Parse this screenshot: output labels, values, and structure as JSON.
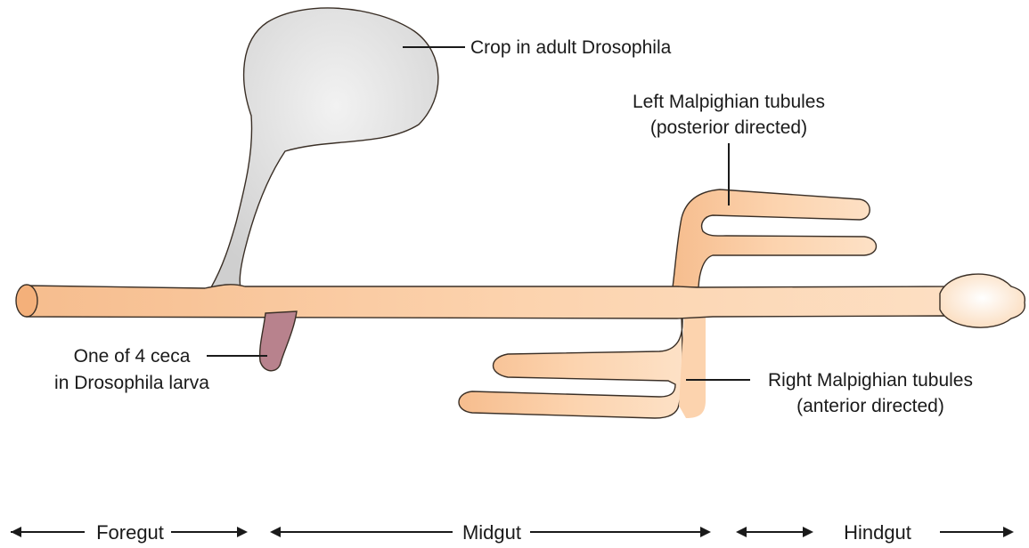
{
  "labels": {
    "crop": "Crop in adult Drosophila",
    "left_tubules_line1": "Left Malpighian tubules",
    "left_tubules_line2": "(posterior directed)",
    "ceca_line1": "One of 4 ceca",
    "ceca_line2": "in Drosophila larva",
    "right_tubules_line1": "Right Malpighian tubules",
    "right_tubules_line2": "(anterior directed)"
  },
  "regions": {
    "foregut": "Foregut",
    "midgut": "Midgut",
    "hindgut": "Hindgut"
  },
  "colors": {
    "gut_fill": "#fcd5ad",
    "gut_dark": "#f4b888",
    "crop_fill": "#d8d8d8",
    "ceca_fill": "#b8828d",
    "outline": "#3a2f26"
  }
}
